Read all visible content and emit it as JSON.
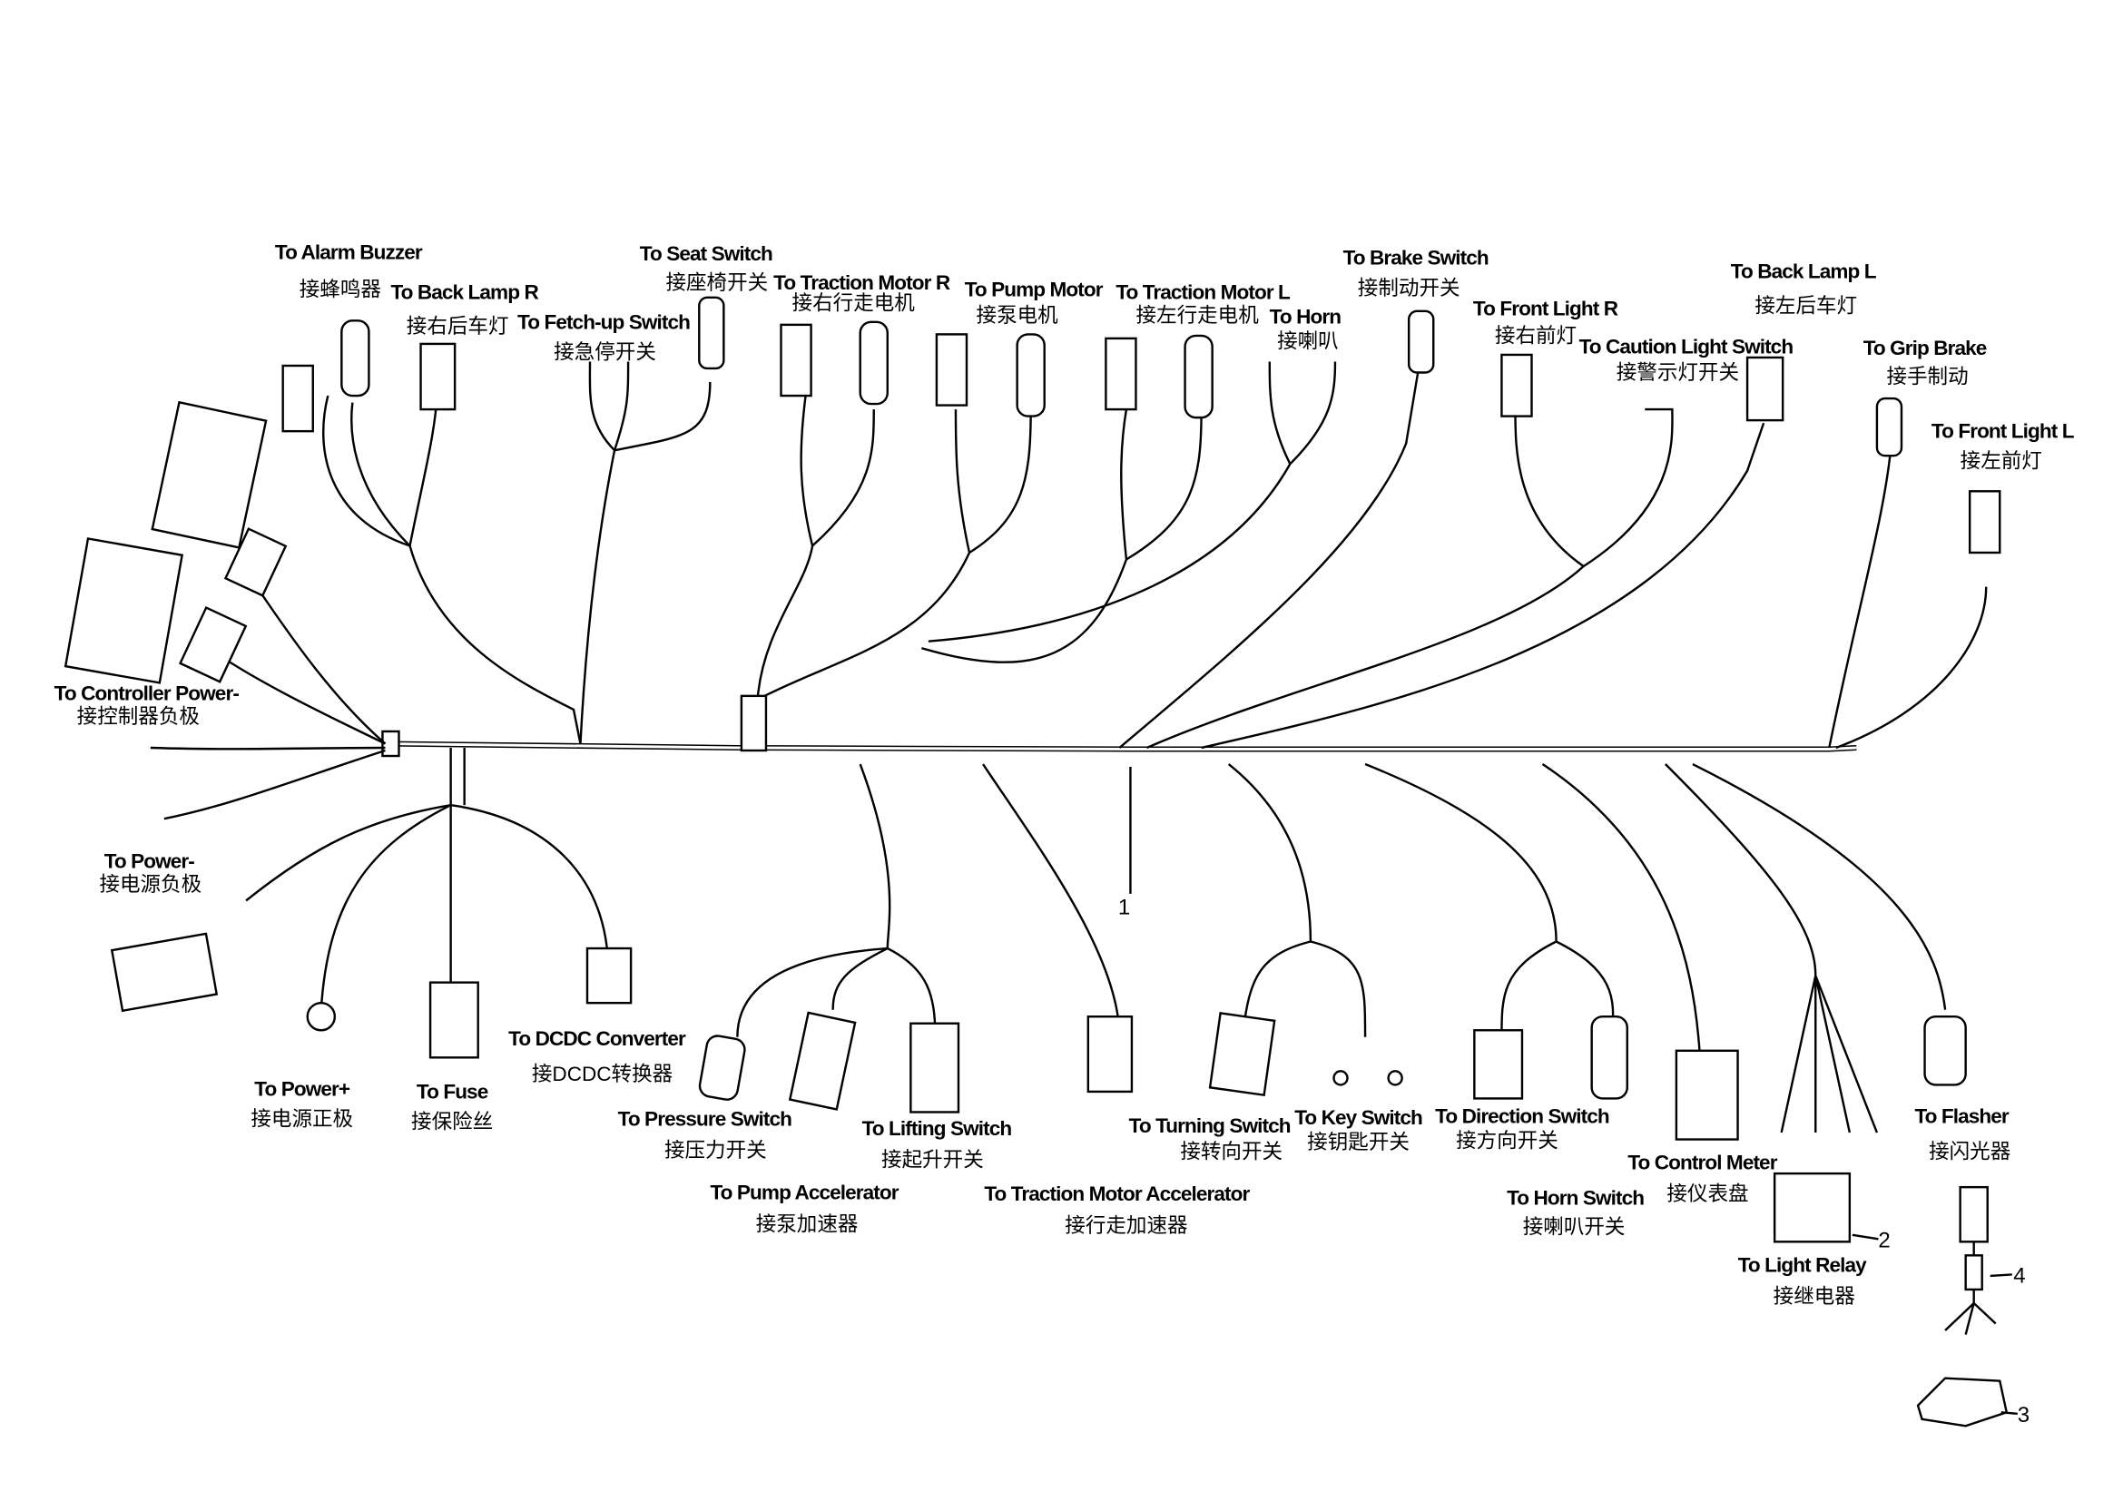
{
  "labels": [
    {
      "en": "To Alarm Buzzer",
      "zh": "接蜂鸣器"
    },
    {
      "en": "To Back Lamp R",
      "zh": "接右后车灯"
    },
    {
      "en": "To Fetch-up Switch",
      "zh": "接急停开关"
    },
    {
      "en": "To Seat Switch",
      "zh": "接座椅开关"
    },
    {
      "en": "To Traction Motor R",
      "zh": "接右行走电机"
    },
    {
      "en": "To Pump Motor",
      "zh": "接泵电机"
    },
    {
      "en": "To Traction Motor L",
      "zh": "接左行走电机"
    },
    {
      "en": "To Horn",
      "zh": "接喇叭"
    },
    {
      "en": "To Brake Switch",
      "zh": "接制动开关"
    },
    {
      "en": "To Front Light R",
      "zh": "接右前灯"
    },
    {
      "en": "To Caution Light Switch",
      "zh": "接警示灯开关"
    },
    {
      "en": "To Back Lamp L",
      "zh": "接左后车灯"
    },
    {
      "en": "To Grip Brake",
      "zh": "接手制动"
    },
    {
      "en": "To Front Light L",
      "zh": "接左前灯"
    },
    {
      "en": "To Controller Power-",
      "zh": "接控制器负极"
    },
    {
      "en": "To Power-",
      "zh": "接电源负极"
    },
    {
      "en": "To Power+",
      "zh": "接电源正极"
    },
    {
      "en": "To Fuse",
      "zh": "接保险丝"
    },
    {
      "en": "To DCDC Converter",
      "zh": "接DCDC转换器"
    },
    {
      "en": "To Pressure Switch",
      "zh": "接压力开关"
    },
    {
      "en": "To Pump Accelerator",
      "zh": "接泵加速器"
    },
    {
      "en": "To Lifting Switch",
      "zh": "接起升开关"
    },
    {
      "en": "To Traction Motor Accelerator",
      "zh": "接行走加速器"
    },
    {
      "en": "To Turning Switch",
      "zh": "接转向开关"
    },
    {
      "en": "To Key Switch",
      "zh": "接钥匙开关"
    },
    {
      "en": "To Direction Switch",
      "zh": "接方向开关"
    },
    {
      "en": "To Horn Switch",
      "zh": "接喇叭开关"
    },
    {
      "en": "To Control Meter",
      "zh": "接仪表盘"
    },
    {
      "en": "To Light Relay",
      "zh": "接继电器"
    },
    {
      "en": "To Flasher",
      "zh": "接闪光器"
    }
  ],
  "callouts": [
    "1",
    "2",
    "3",
    "4"
  ]
}
